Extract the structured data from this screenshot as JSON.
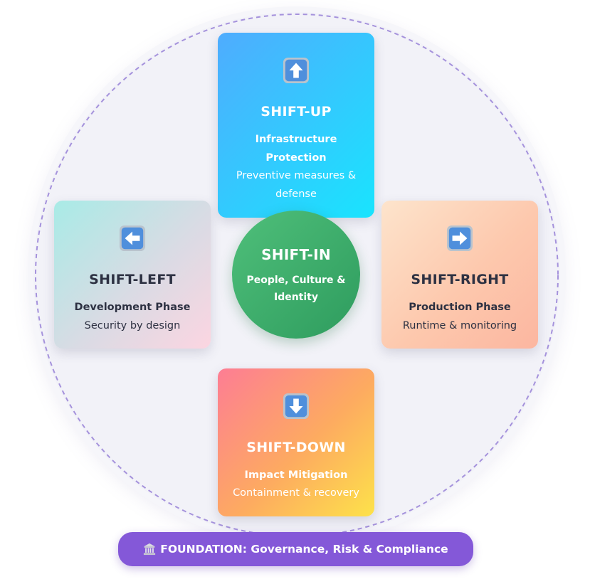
{
  "colors": {
    "shift_up": [
      "#4facfe",
      "#19e4fe"
    ],
    "shift_left": [
      "#a8ebe6",
      "#fcd5e1"
    ],
    "shift_right": [
      "#fde4cc",
      "#fcb6a0"
    ],
    "shift_down": [
      "#fd7d94",
      "#fde24a"
    ],
    "shift_in": [
      "#4fbf7a",
      "#2e9c5e"
    ],
    "foundation": "#8458d8",
    "icon_blue": "#4f8fdc",
    "ring_dash": "#a592dc"
  },
  "shift_up": {
    "icon": "arrow-up-icon",
    "title": "SHIFT-UP",
    "subtitle_line1": "Infrastructure",
    "subtitle_line2": "Protection",
    "desc_line1": "Preventive measures &",
    "desc_line2": "defense"
  },
  "shift_left": {
    "icon": "arrow-left-icon",
    "title": "SHIFT-LEFT",
    "subtitle": "Development Phase",
    "desc": "Security by design"
  },
  "shift_in": {
    "title": "SHIFT-IN",
    "subtitle_line1": "People, Culture &",
    "subtitle_line2": "Identity"
  },
  "shift_right": {
    "icon": "arrow-right-icon",
    "title": "SHIFT-RIGHT",
    "subtitle": "Production Phase",
    "desc": "Runtime & monitoring"
  },
  "shift_down": {
    "icon": "arrow-down-icon",
    "title": "SHIFT-DOWN",
    "subtitle": "Impact Mitigation",
    "desc": "Containment & recovery"
  },
  "foundation": {
    "icon": "classical-building-icon",
    "label": "FOUNDATION: Governance, Risk & Compliance"
  }
}
